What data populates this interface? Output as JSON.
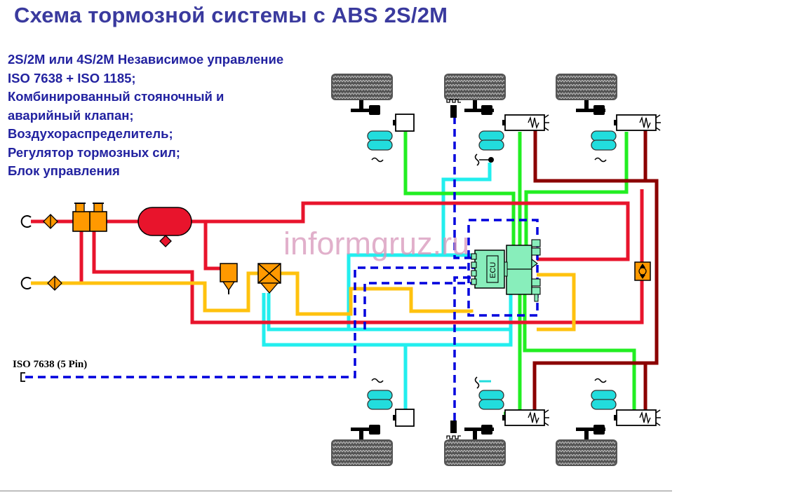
{
  "title": "Схема тормозной системы с ABS 2S/2M",
  "features": [
    "2S/2M или 4S/2M Независимое управление",
    "ISO 7638 + ISO 1185;",
    "Комбинированный стояночный и",
    "аварийный клапан;",
    "Воздухораспределитель;",
    "Регулятор тормозных сил;",
    "Блок управления"
  ],
  "diagram": {
    "iso_label": "ISO 7638 (5 Pin)",
    "ecu_label": "ECU",
    "watermark": "informgruz.ru",
    "colors": {
      "supply_line": "#e8142c",
      "control_line": "#ffc20e",
      "modulator_output": "#22ee22",
      "cyan_line": "#22eeee",
      "parking_line": "#8b0000",
      "electrical": "#0000dd",
      "valve_orange": "#ff9900",
      "reservoir": "#e8142c",
      "ecu_fill": "#88eebb",
      "air_spring": "#22dddd",
      "tire": "#555555"
    }
  }
}
